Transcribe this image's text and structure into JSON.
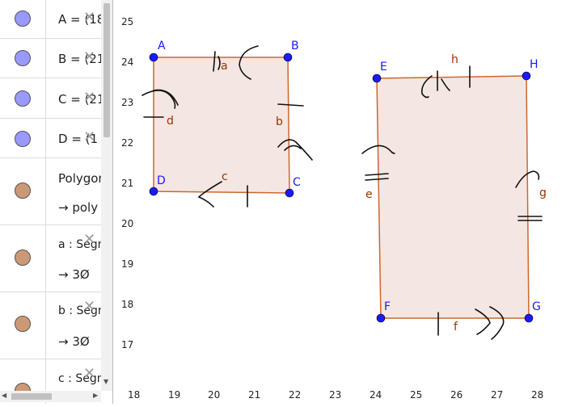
{
  "algebra": {
    "items": [
      {
        "label": "A = (18",
        "marble": "blue"
      },
      {
        "label": "B = (21",
        "marble": "blue"
      },
      {
        "label": "C = (21",
        "marble": "blue"
      },
      {
        "label": "D = (1",
        "marble": "blue"
      },
      {
        "label": "Polygon",
        "sub": "→ poly",
        "marble": "brown"
      },
      {
        "label": "a : Segm",
        "sub": "→ 3Ø",
        "marble": "brown"
      },
      {
        "label": "b : Segm",
        "sub": "→ 3Ø",
        "marble": "brown"
      },
      {
        "label": "c : Segm",
        "marble": "brown"
      }
    ],
    "delete_icon": "close-icon"
  },
  "graphics": {
    "x_ticks": [
      "18",
      "19",
      "20",
      "21",
      "22",
      "23",
      "24",
      "25",
      "26",
      "27",
      "28"
    ],
    "y_ticks": [
      "25",
      "24",
      "23",
      "22",
      "21",
      "20",
      "19",
      "18",
      "17"
    ],
    "points": {
      "A": "A",
      "B": "B",
      "C": "C",
      "D": "D",
      "E": "E",
      "F": "F",
      "G": "G",
      "H": "H"
    },
    "segments": {
      "a": "a",
      "b": "b",
      "c": "c",
      "d": "d",
      "e": "e",
      "f": "f",
      "g": "g",
      "h": "h"
    }
  },
  "colors": {
    "point": "#1a1aff",
    "polygon_fill": "#f4e6e2",
    "polygon_stroke": "#cc6633",
    "segment_label": "#993300"
  }
}
